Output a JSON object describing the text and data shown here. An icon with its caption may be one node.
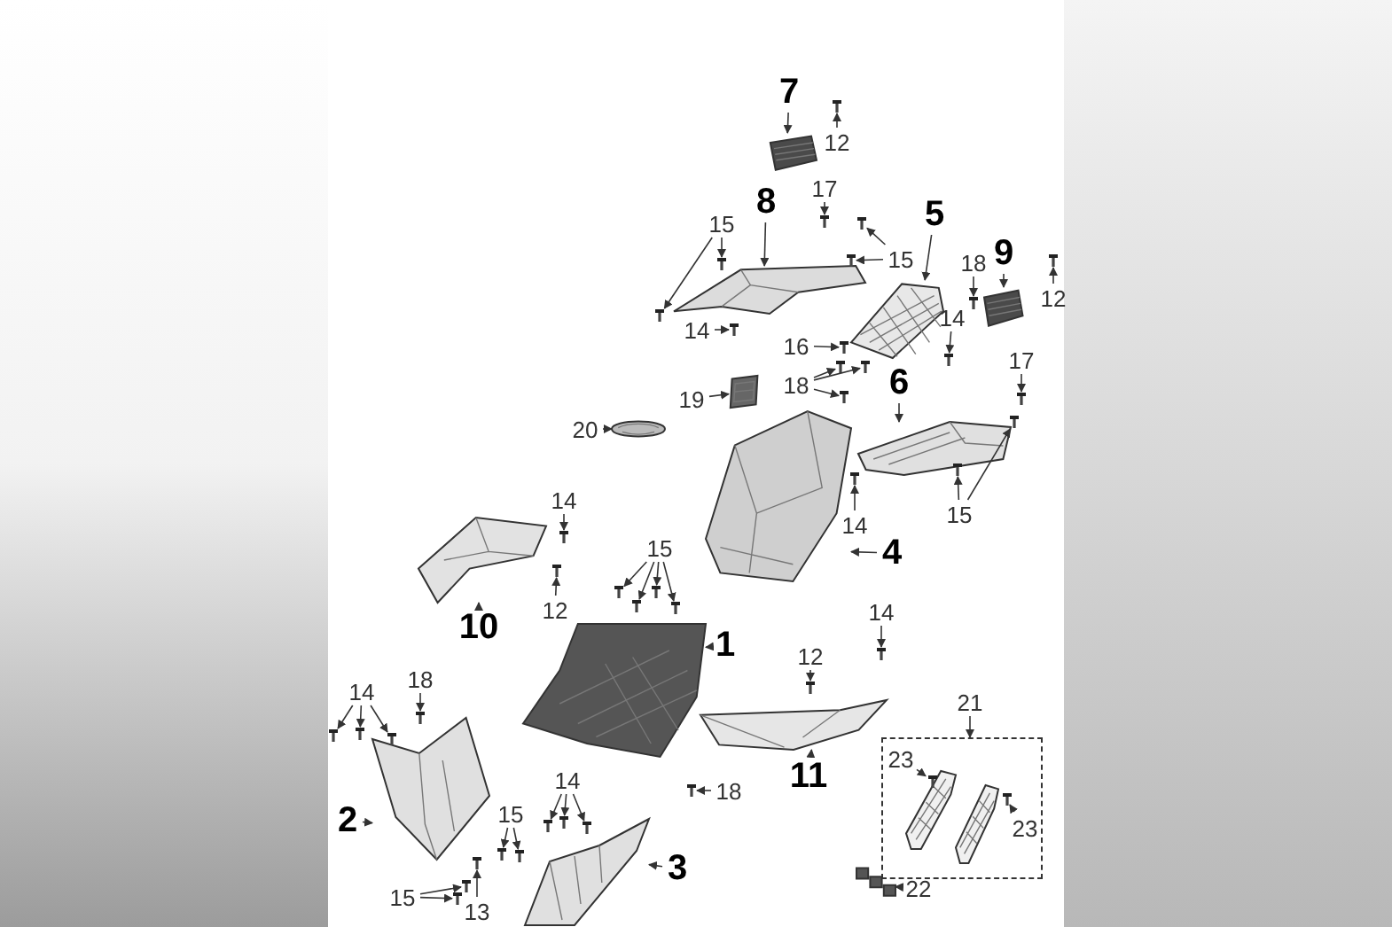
{
  "diagram": {
    "nodes": [
      {
        "text": [],
        "shape": "picture"
      },
      {
        "text": [],
        "shape": "picture"
      },
      {
        "text": [],
        "shape": "picture"
      },
      {
        "text": [],
        "shape": "picture"
      },
      {
        "text": [],
        "shape": "picture"
      },
      {
        "text": [],
        "shape": "picture"
      },
      {
        "text": [],
        "shape": "picture"
      },
      {
        "text": [],
        "shape": "picture"
      },
      {
        "text": [],
        "shape": "picture"
      },
      {
        "text": [],
        "shape": "picture"
      },
      {
        "text": [],
        "shape": "picture"
      },
      {
        "text": [],
        "shape": "box"
      },
      {
        "text": [],
        "shape": "picture",
        "in": 11
      },
      {
        "text": [],
        "shape": "picture",
        "in": 11
      },
      {
        "text": [],
        "shape": "picture"
      },
      {
        "text": [],
        "shape": "picture"
      },
      {
        "text": [],
        "shape": "picture"
      },
      {
        "text": [
          "7"
        ]
      },
      {
        "text": [
          "12"
        ]
      },
      {
        "text": [
          "17"
        ]
      },
      {
        "text": [
          "8"
        ]
      },
      {
        "text": [
          "5"
        ]
      },
      {
        "text": [
          "15"
        ]
      },
      {
        "text": [
          "9"
        ]
      },
      {
        "text": [
          "18"
        ]
      },
      {
        "text": [
          "15"
        ]
      },
      {
        "text": [
          "12"
        ]
      },
      {
        "text": [
          "14"
        ]
      },
      {
        "text": [
          "14"
        ]
      },
      {
        "text": [
          "16"
        ]
      },
      {
        "text": [
          "17"
        ]
      },
      {
        "text": [
          "18"
        ]
      },
      {
        "text": [
          "6"
        ]
      },
      {
        "text": [
          "19"
        ]
      },
      {
        "text": [
          "20"
        ]
      },
      {
        "text": [
          "14"
        ]
      },
      {
        "text": [
          "15"
        ]
      },
      {
        "text": [
          "14"
        ]
      },
      {
        "text": [
          "15"
        ]
      },
      {
        "text": [
          "4"
        ]
      },
      {
        "text": [
          "12"
        ]
      },
      {
        "text": [
          "14"
        ]
      },
      {
        "text": [
          "10"
        ]
      },
      {
        "text": [
          "1"
        ]
      },
      {
        "text": [
          "12"
        ]
      },
      {
        "text": [
          "18"
        ]
      },
      {
        "text": [
          "14"
        ]
      },
      {
        "text": [
          "21"
        ]
      },
      {
        "text": [
          "23"
        ],
        "in": 11
      },
      {
        "text": [
          "11"
        ]
      },
      {
        "text": [
          "14"
        ]
      },
      {
        "text": [
          "18"
        ]
      },
      {
        "text": [
          "15"
        ]
      },
      {
        "text": [
          "2"
        ]
      },
      {
        "text": [
          "23"
        ],
        "in": 11
      },
      {
        "text": [
          "3"
        ]
      },
      {
        "text": [
          "22"
        ]
      },
      {
        "text": [
          "15"
        ]
      },
      {
        "text": [
          "13"
        ]
      },
      {
        "text": [],
        "shape": "picture"
      },
      {
        "text": [],
        "shape": "picture"
      },
      {
        "text": [],
        "shape": "picture"
      },
      {
        "text": [],
        "shape": "picture"
      },
      {
        "text": [],
        "shape": "picture"
      },
      {
        "text": [],
        "shape": "picture"
      },
      {
        "text": [],
        "shape": "picture"
      },
      {
        "text": [],
        "shape": "picture"
      },
      {
        "text": [],
        "shape": "picture"
      },
      {
        "text": [],
        "shape": "picture"
      },
      {
        "text": [],
        "shape": "picture"
      },
      {
        "text": [],
        "shape": "picture"
      },
      {
        "text": [],
        "shape": "picture"
      },
      {
        "text": [],
        "shape": "picture"
      },
      {
        "text": [],
        "shape": "picture"
      },
      {
        "text": [],
        "shape": "picture"
      },
      {
        "text": [],
        "shape": "picture"
      },
      {
        "text": [],
        "shape": "picture"
      },
      {
        "text": [],
        "shape": "picture"
      },
      {
        "text": [],
        "shape": "picture"
      },
      {
        "text": [],
        "shape": "picture"
      },
      {
        "text": [],
        "shape": "picture"
      },
      {
        "text": [],
        "shape": "picture"
      },
      {
        "text": [],
        "shape": "picture"
      },
      {
        "text": [],
        "shape": "picture"
      },
      {
        "text": [],
        "shape": "picture"
      },
      {
        "text": [],
        "shape": "picture"
      },
      {
        "text": [],
        "shape": "picture"
      },
      {
        "text": [],
        "shape": "picture"
      },
      {
        "text": [],
        "shape": "picture"
      },
      {
        "text": [],
        "shape": "picture",
        "in": 11
      },
      {
        "text": [],
        "shape": "picture"
      },
      {
        "text": [],
        "shape": "picture"
      },
      {
        "text": [],
        "shape": "picture"
      },
      {
        "text": [],
        "shape": "picture"
      },
      {
        "text": [],
        "shape": "picture"
      },
      {
        "text": [],
        "shape": "picture"
      },
      {
        "text": [],
        "shape": "picture",
        "in": 11
      },
      {
        "text": [],
        "shape": "picture"
      },
      {
        "text": [],
        "shape": "picture"
      },
      {
        "text": [],
        "shape": "picture"
      }
    ],
    "edges": [
      {
        "from": 17,
        "to": 0,
        "arrow": "to"
      },
      {
        "from": 18,
        "to": 59,
        "arrow": "to"
      },
      {
        "from": 19,
        "to": 60,
        "arrow": "to"
      },
      {
        "from": 20,
        "to": 1,
        "arrow": "to"
      },
      {
        "from": 21,
        "to": 2,
        "arrow": "to"
      },
      {
        "from": 22,
        "to": 61,
        "arrow": "to"
      },
      {
        "from": 22,
        "to": 62,
        "arrow": "to"
      },
      {
        "from": 23,
        "to": 3,
        "arrow": "to"
      },
      {
        "from": 24,
        "to": 63,
        "arrow": "to"
      },
      {
        "from": 25,
        "to": 64,
        "arrow": "to"
      },
      {
        "from": 25,
        "to": 65,
        "arrow": "to"
      },
      {
        "from": 26,
        "to": 66,
        "arrow": "to"
      },
      {
        "from": 27,
        "to": 67,
        "arrow": "to"
      },
      {
        "from": 28,
        "to": 68,
        "arrow": "to"
      },
      {
        "from": 29,
        "to": 69,
        "arrow": "to"
      },
      {
        "from": 30,
        "to": 70,
        "arrow": "to"
      },
      {
        "from": 31,
        "to": 71,
        "arrow": "to"
      },
      {
        "from": 31,
        "to": 72,
        "arrow": "to"
      },
      {
        "from": 31,
        "to": 73,
        "arrow": "to"
      },
      {
        "from": 32,
        "to": 6,
        "arrow": "to"
      },
      {
        "from": 33,
        "to": 4,
        "arrow": "to"
      },
      {
        "from": 34,
        "to": 5,
        "arrow": "to"
      },
      {
        "from": 35,
        "to": 74,
        "arrow": "to"
      },
      {
        "from": 36,
        "to": 75,
        "arrow": "to"
      },
      {
        "from": 36,
        "to": 76,
        "arrow": "to"
      },
      {
        "from": 37,
        "to": 77,
        "arrow": "to"
      },
      {
        "from": 38,
        "to": 78,
        "arrow": "to"
      },
      {
        "from": 38,
        "to": 79,
        "arrow": "to"
      },
      {
        "from": 38,
        "to": 80,
        "arrow": "to"
      },
      {
        "from": 38,
        "to": 81,
        "arrow": "to"
      },
      {
        "from": 39,
        "to": 7,
        "arrow": "to"
      },
      {
        "from": 40,
        "to": 82,
        "arrow": "to"
      },
      {
        "from": 41,
        "to": 83,
        "arrow": "to"
      },
      {
        "from": 42,
        "to": 8,
        "arrow": "to"
      },
      {
        "from": 43,
        "to": 9,
        "arrow": "to"
      },
      {
        "from": 44,
        "to": 84,
        "arrow": "to"
      },
      {
        "from": 45,
        "to": 85,
        "arrow": "to"
      },
      {
        "from": 46,
        "to": 86,
        "arrow": "to"
      },
      {
        "from": 46,
        "to": 87,
        "arrow": "to"
      },
      {
        "from": 46,
        "to": 88,
        "arrow": "to"
      },
      {
        "from": 47,
        "to": 11,
        "arrow": "to"
      },
      {
        "from": 48,
        "to": 89,
        "arrow": "to"
      },
      {
        "from": 49,
        "to": 10,
        "arrow": "to"
      },
      {
        "from": 50,
        "to": 90,
        "arrow": "to"
      },
      {
        "from": 50,
        "to": 91,
        "arrow": "to"
      },
      {
        "from": 50,
        "to": 92,
        "arrow": "to"
      },
      {
        "from": 51,
        "to": 93,
        "arrow": "to"
      },
      {
        "from": 52,
        "to": 94,
        "arrow": "to"
      },
      {
        "from": 52,
        "to": 95,
        "arrow": "to"
      },
      {
        "from": 53,
        "to": 14,
        "arrow": "to"
      },
      {
        "from": 54,
        "to": 96,
        "arrow": "to"
      },
      {
        "from": 55,
        "to": 15,
        "arrow": "to"
      },
      {
        "from": 56,
        "to": 16,
        "arrow": "to"
      },
      {
        "from": 57,
        "to": 97,
        "arrow": "to"
      },
      {
        "from": 57,
        "to": 98,
        "arrow": "to"
      },
      {
        "from": 58,
        "to": 99,
        "arrow": "to"
      }
    ]
  }
}
